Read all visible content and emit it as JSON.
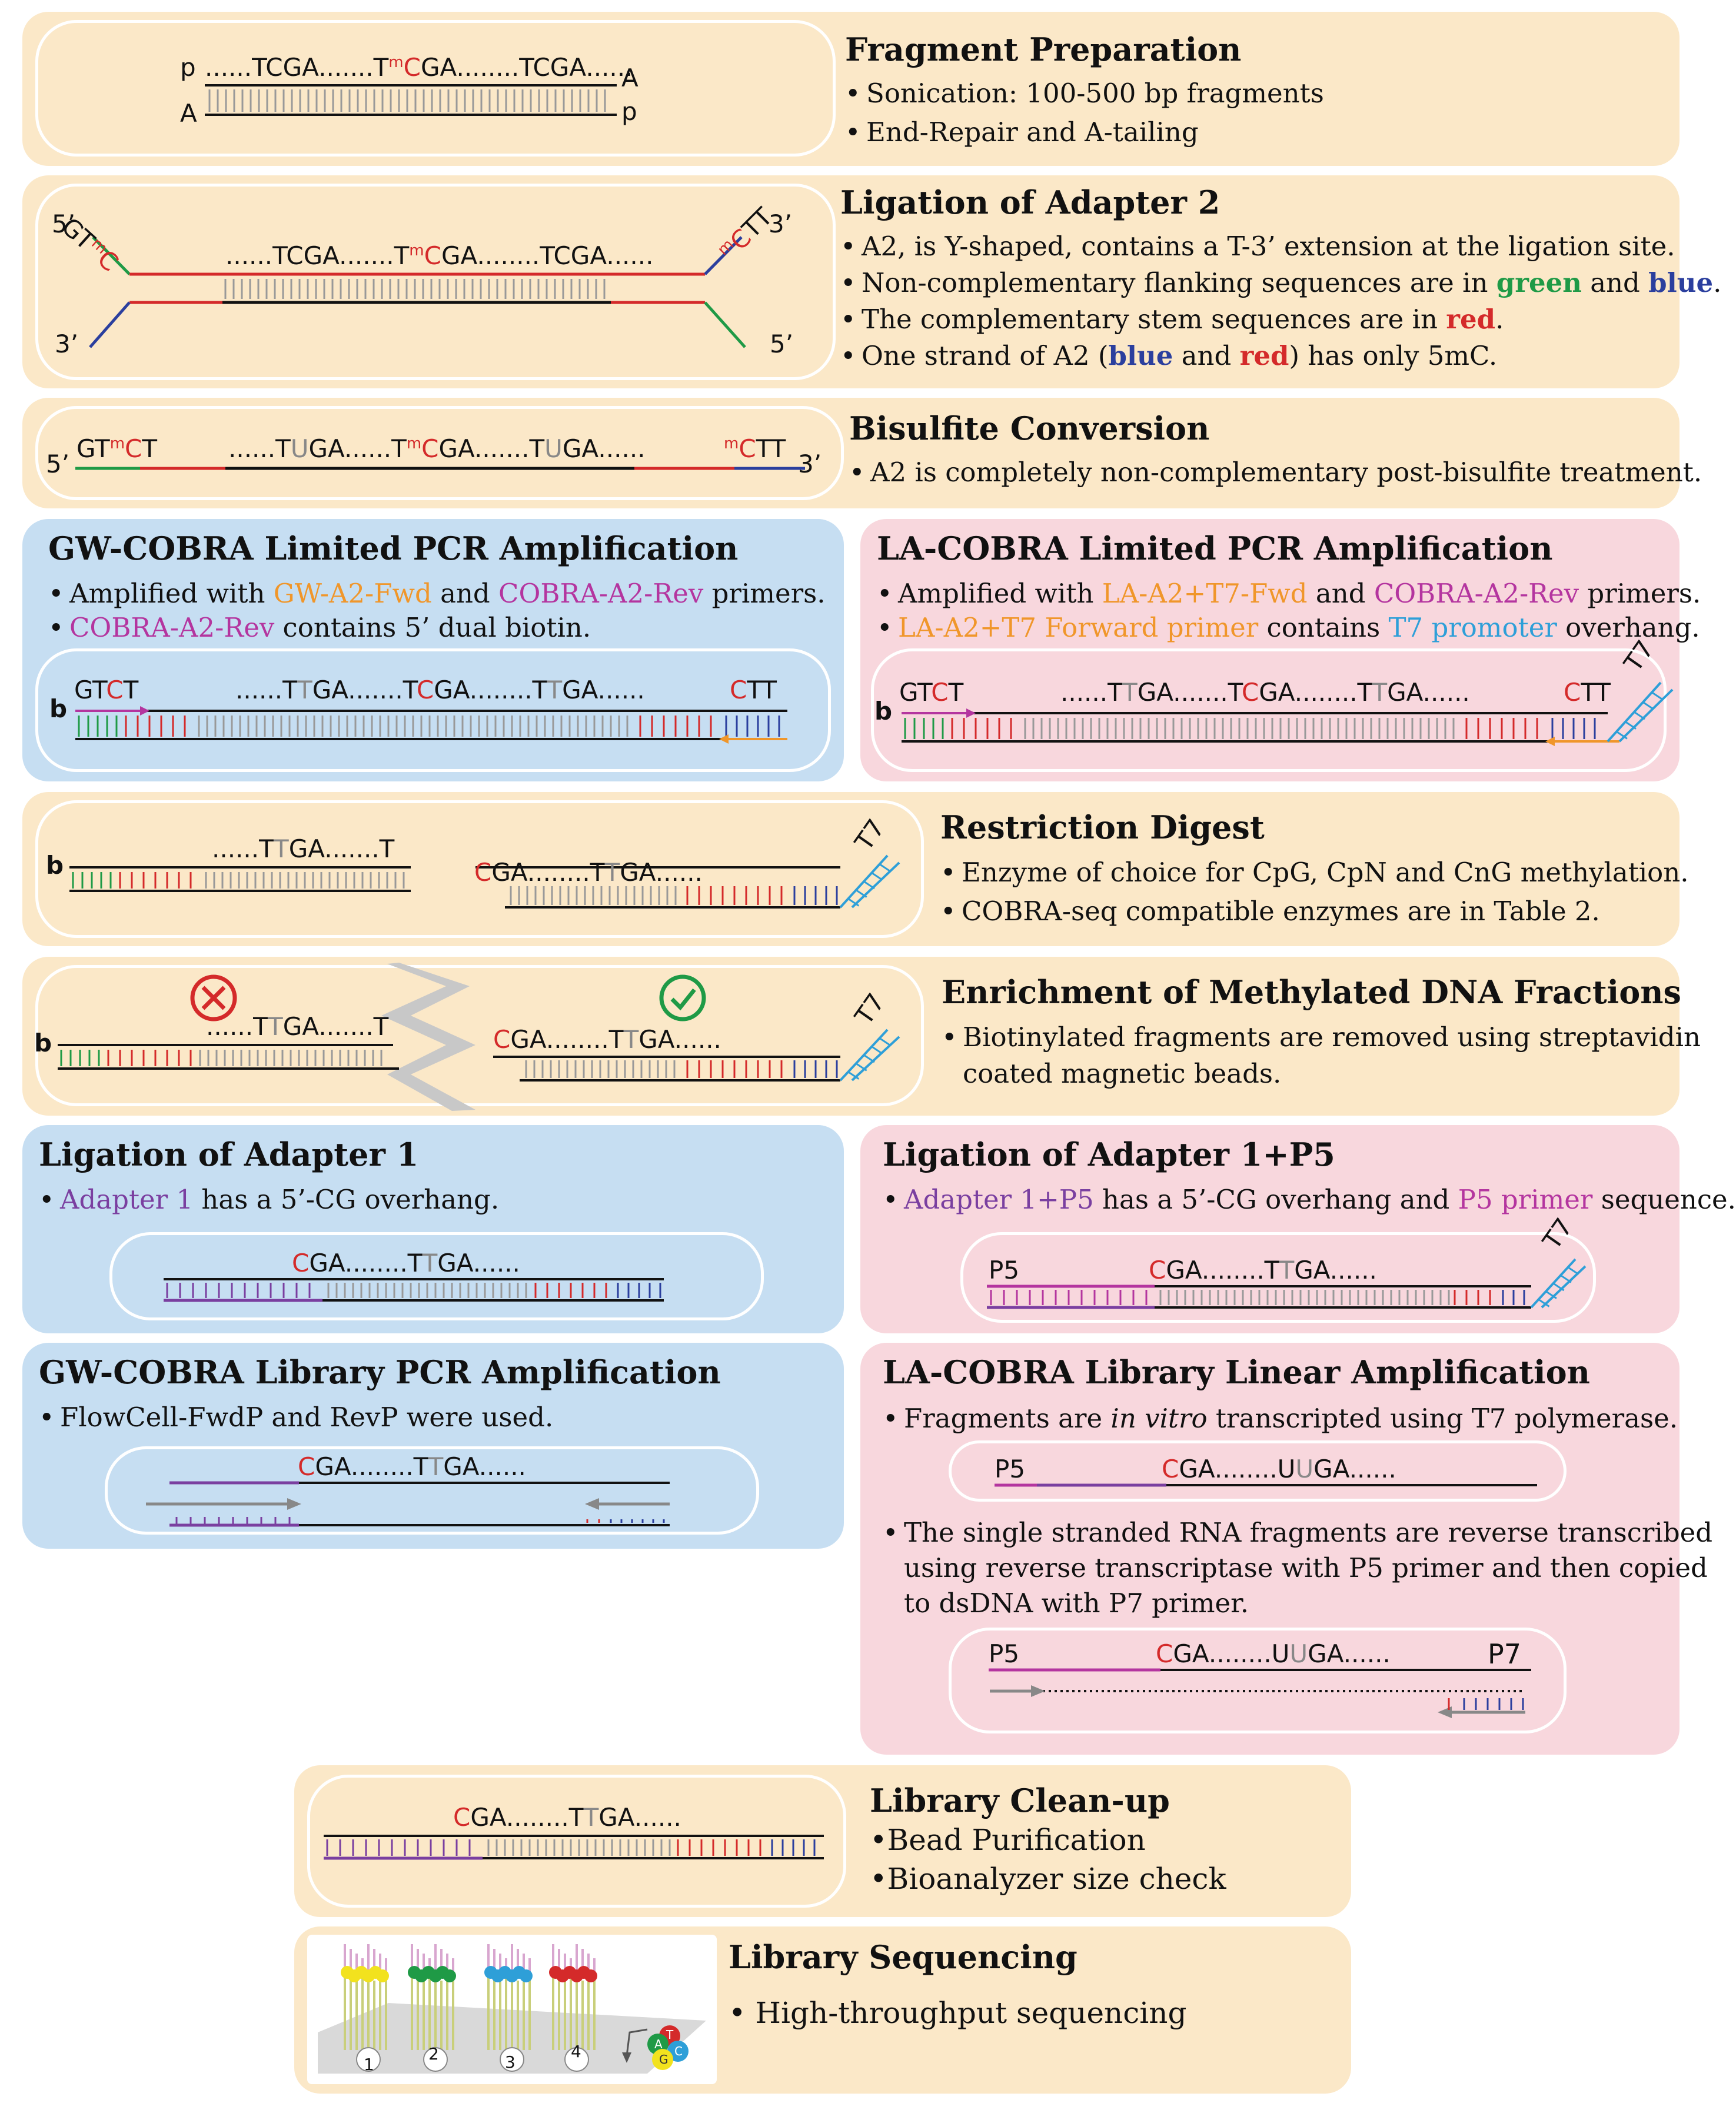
{
  "colors": {
    "panel_beige": "#fbe8c8",
    "panel_blue": "#c6def2",
    "panel_pink": "#f8d7dd",
    "green": "#1f9a46",
    "blue": "#2b3f9e",
    "red": "#d42a2a",
    "orange": "#f0962a",
    "magenta": "#b4359f",
    "cyan": "#2e9fd8",
    "purple": "#7a3fa0"
  },
  "frag": {
    "title": "Fragment Preparation",
    "b1": "Sonication: 100-500 bp fragments",
    "b2": "End-Repair and A-tailing",
    "p_left": "p",
    "a_left": "A",
    "a_right": "A",
    "p_right": "p",
    "seq1": "......TCGA.......T",
    "mC": "m",
    "seq2": "C",
    "seq3": "GA........TCGA......"
  },
  "lig2": {
    "title": "Ligation of Adapter 2",
    "b1": "A2, is Y-shaped, contains a T-3’ extension at the ligation site.",
    "b2a": "Non-complementary flanking sequences are in ",
    "b2green": "green",
    "b2and": " and ",
    "b2blue": "blue",
    "b2end": ".",
    "b3a": "The complementary stem sequences are in ",
    "b3red": "red",
    "b3end": ".",
    "b4a": "One strand of A2 (",
    "b4blue": "blue",
    "b4and": " and ",
    "b4red": "red",
    "b4end": ") has only 5mC.",
    "five_left": "5’",
    "three_right": "3’",
    "three_left": "3’",
    "five_right": "5’",
    "gt": "GT",
    "m": "m",
    "c": "C",
    "tt": "TT",
    "seq1": "......TCGA.......T",
    "seq2": "C",
    "seq3": "GA........TCGA......"
  },
  "bis": {
    "title": "Bisulfite Conversion",
    "b1": "A2 is completely non-complementary post-bisulfite treatment.",
    "five": "5’",
    "three": "3’",
    "gt": "GT",
    "m": "m",
    "c": "C",
    "t": "T",
    "s1": "......T",
    "u": "U",
    "s2": "GA......T",
    "s3": "C",
    "s4": "GA.......T",
    "s5": "GA......",
    "mr": "m",
    "cr": "C",
    "ttr": "TT"
  },
  "gw_pcr": {
    "title": "GW-COBRA Limited PCR Amplification",
    "b1a": "Amplified with ",
    "b1p1": "GW-A2-Fwd",
    "b1and": " and ",
    "b1p2": "COBRA-A2-Rev",
    "b1end": " primers.",
    "b2p": "COBRA-A2-Rev",
    "b2end": " contains 5’ dual biotin.",
    "b": "b",
    "gt": "GT",
    "c": "C",
    "t": "T",
    "s1": "......T",
    "t2": "T",
    "s2": "GA.......T",
    "c2": "C",
    "s3": "GA........T",
    "t3": "T",
    "s4": "GA......",
    "cr": "C",
    "ttr": "TT"
  },
  "la_pcr": {
    "title": "LA-COBRA Limited PCR Amplification",
    "b1a": "Amplified with ",
    "b1p1": "LA-A2+T7-Fwd",
    "b1and": " and ",
    "b1p2": "COBRA-A2-Rev",
    "b1end": " primers.",
    "b2p": "LA-A2+T7 Forward primer",
    "b2mid": " contains ",
    "b2t7": "T7 promoter",
    "b2end": " overhang.",
    "b": "b",
    "gt": "GT",
    "c": "C",
    "t": "T",
    "s1": "......T",
    "t2": "T",
    "s2": "GA.......T",
    "c2": "C",
    "s3": "GA........T",
    "t3": "T",
    "s4": "GA......",
    "cr": "C",
    "ttr": "TT",
    "t7": "T7"
  },
  "digest": {
    "title": "Restriction Digest",
    "b1": "Enzyme of choice for CpG, CpN and CnG methylation.",
    "b2": "COBRA-seq compatible enzymes are in Table 2.",
    "b": "b",
    "l1": "......T",
    "lt": "T",
    "l2": "GA.......T",
    "rc": "C",
    "r1": "GA........T",
    "rt": "T",
    "r2": "GA......",
    "t7": "T7"
  },
  "enrich": {
    "title": "Enrichment of Methylated DNA Fractions",
    "b1": "Biotinylated fragments are removed using streptavidin",
    "b2": "coated magnetic beads.",
    "b": "b",
    "l1": "......T",
    "lt": "T",
    "l2": "GA.......T",
    "rc": "C",
    "r1": "GA........T",
    "rt": "T",
    "r2": "GA......",
    "t7": "T7"
  },
  "lig1": {
    "title": "Ligation of Adapter 1",
    "b1p": "Adapter 1",
    "b1end": " has a 5’-CG overhang.",
    "c": "C",
    "s1": "GA........T",
    "t": "T",
    "s2": "GA......"
  },
  "lig1p5": {
    "title": "Ligation of Adapter 1+P5",
    "b1p": "Adapter 1+P5",
    "b1mid": " has a 5’-CG overhang and ",
    "b1p5": "P5 primer",
    "b1end": " sequence.",
    "p5": "P5",
    "c": "C",
    "s1": "GA........T",
    "t": "T",
    "s2": "GA......",
    "t7": "T7"
  },
  "gw_lib": {
    "title": "GW-COBRA Library PCR Amplification",
    "b1": "FlowCell-FwdP and RevP were used.",
    "c": "C",
    "s1": "GA........T",
    "t": "T",
    "s2": "GA......"
  },
  "la_lib": {
    "title": "LA-COBRA Library Linear Amplification",
    "b1a": "Fragments are ",
    "b1i": "in vitro",
    "b1end": " transcripted using T7 polymerase.",
    "b2": "The single stranded RNA fragments are reverse transcribed",
    "b3": "using reverse transcriptase with P5 primer and then copied",
    "b4": "to dsDNA with P7 primer.",
    "p5": "P5",
    "c": "C",
    "s1": "GA........U",
    "u": "U",
    "s2": "GA......",
    "p5b": "P5",
    "p7": "P7"
  },
  "cleanup": {
    "title": "Library Clean-up",
    "b1": "Bead Purification",
    "b2": "Bioanalyzer size check",
    "c": "C",
    "s1": "GA........T",
    "t": "T",
    "s2": "GA......"
  },
  "seq": {
    "title": "Library Sequencing",
    "b1": "High-throughput sequencing",
    "n1": "1",
    "n2": "2",
    "n3": "3",
    "n4": "4",
    "ta": "T",
    "ca": "C",
    "ga": "G",
    "aa": "A"
  }
}
